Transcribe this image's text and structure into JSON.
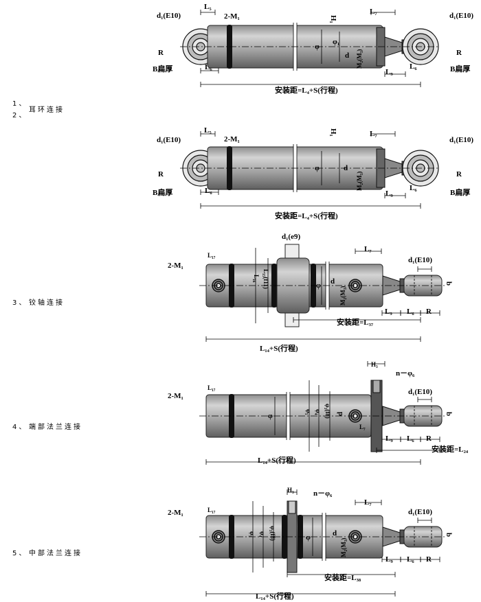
{
  "captions": [
    {
      "num1": "1、",
      "num2": "2、",
      "label": "耳环连接"
    },
    {
      "num": "3、",
      "label": "铰轴连接"
    },
    {
      "num": "4、",
      "label": "端部法兰连接"
    },
    {
      "num": "5、",
      "label": "中部法兰连接"
    }
  ],
  "diagrams": [
    {
      "name": "ear-ring-type-1",
      "labels": {
        "d1_left": "d₁(E10)",
        "L5": "L₅",
        "M1": "2-M₁",
        "R_left": "R",
        "B_left": "B扁厚",
        "L6_left": "L₆",
        "H1": "H₁",
        "L7": "L₇",
        "phi": "φ",
        "phi1": "φ₁",
        "d": "d",
        "M2": "M₂(M₃)",
        "d1_right": "d₁(E10)",
        "R_right": "R",
        "B_right": "B扁厚",
        "L9": "L₉",
        "L6_right": "L₆",
        "install": "安装距=L₄+S(行程)"
      }
    },
    {
      "name": "ear-ring-type-2",
      "labels": {
        "d1_left": "d₁(E10)",
        "L5": "L₅",
        "M1": "2-M₁",
        "R_left": "R",
        "B_left": "B扁厚",
        "L6_left": "L₆",
        "H1": "H₁",
        "L7": "L₇",
        "phi": "φ",
        "d": "d",
        "M2": "M₂(M₃)",
        "d1_right": "d₁(E10)",
        "R_right": "R",
        "B_right": "B扁厚",
        "L9": "L₉",
        "L6_right": "L₆",
        "install": "安装距=L₄+S(行程)"
      }
    },
    {
      "name": "trunnion-type",
      "labels": {
        "d1e9": "d₁(e9)",
        "L17": "L₁₇",
        "M1": "2-M₁",
        "L16": "L₁₆",
        "L15": "L₁₅(f11)",
        "phi": "φ",
        "L7": "L₇",
        "d": "d",
        "M2": "M₂(M₃)",
        "d1": "d₁(E10)",
        "b": "b",
        "L9": "L₉",
        "L6": "L₆",
        "R": "R",
        "install": "安装距=L₃₇",
        "total": "L₁₄+S(行程)"
      }
    },
    {
      "name": "end-flange-type",
      "labels": {
        "H3": "H₃",
        "n_phi6": "n－φ₆",
        "L17": "L₁₇",
        "M1": "2-M₁",
        "phi": "φ",
        "phi5": "φ₅",
        "phi4": "φ₄",
        "phi3": "φ₃(f8)",
        "d": "d",
        "L7": "L₇",
        "d1": "d₁(E10)",
        "b": "b",
        "L9": "L₉",
        "L6": "L₆",
        "R": "R",
        "install": "安装距=L₂₄",
        "total": "L₁₄+S(行程)"
      }
    },
    {
      "name": "middle-flange-type",
      "labels": {
        "H3": "H₃",
        "n_phi6": "n－φ₆",
        "L17": "L₁₇",
        "M1": "2-M₁",
        "phi5": "φ₅",
        "phi4": "φ₄",
        "phi3": "φ₃(f8)",
        "phi": "φ",
        "L7": "L₇",
        "d": "d",
        "M2": "M₂(M₃)",
        "d1": "d₁(E10)",
        "b": "b",
        "L9": "L₉",
        "L6": "L₆",
        "R": "R",
        "install": "安装距=L₃₈",
        "total": "L₁₄+S(行程)"
      }
    }
  ]
}
